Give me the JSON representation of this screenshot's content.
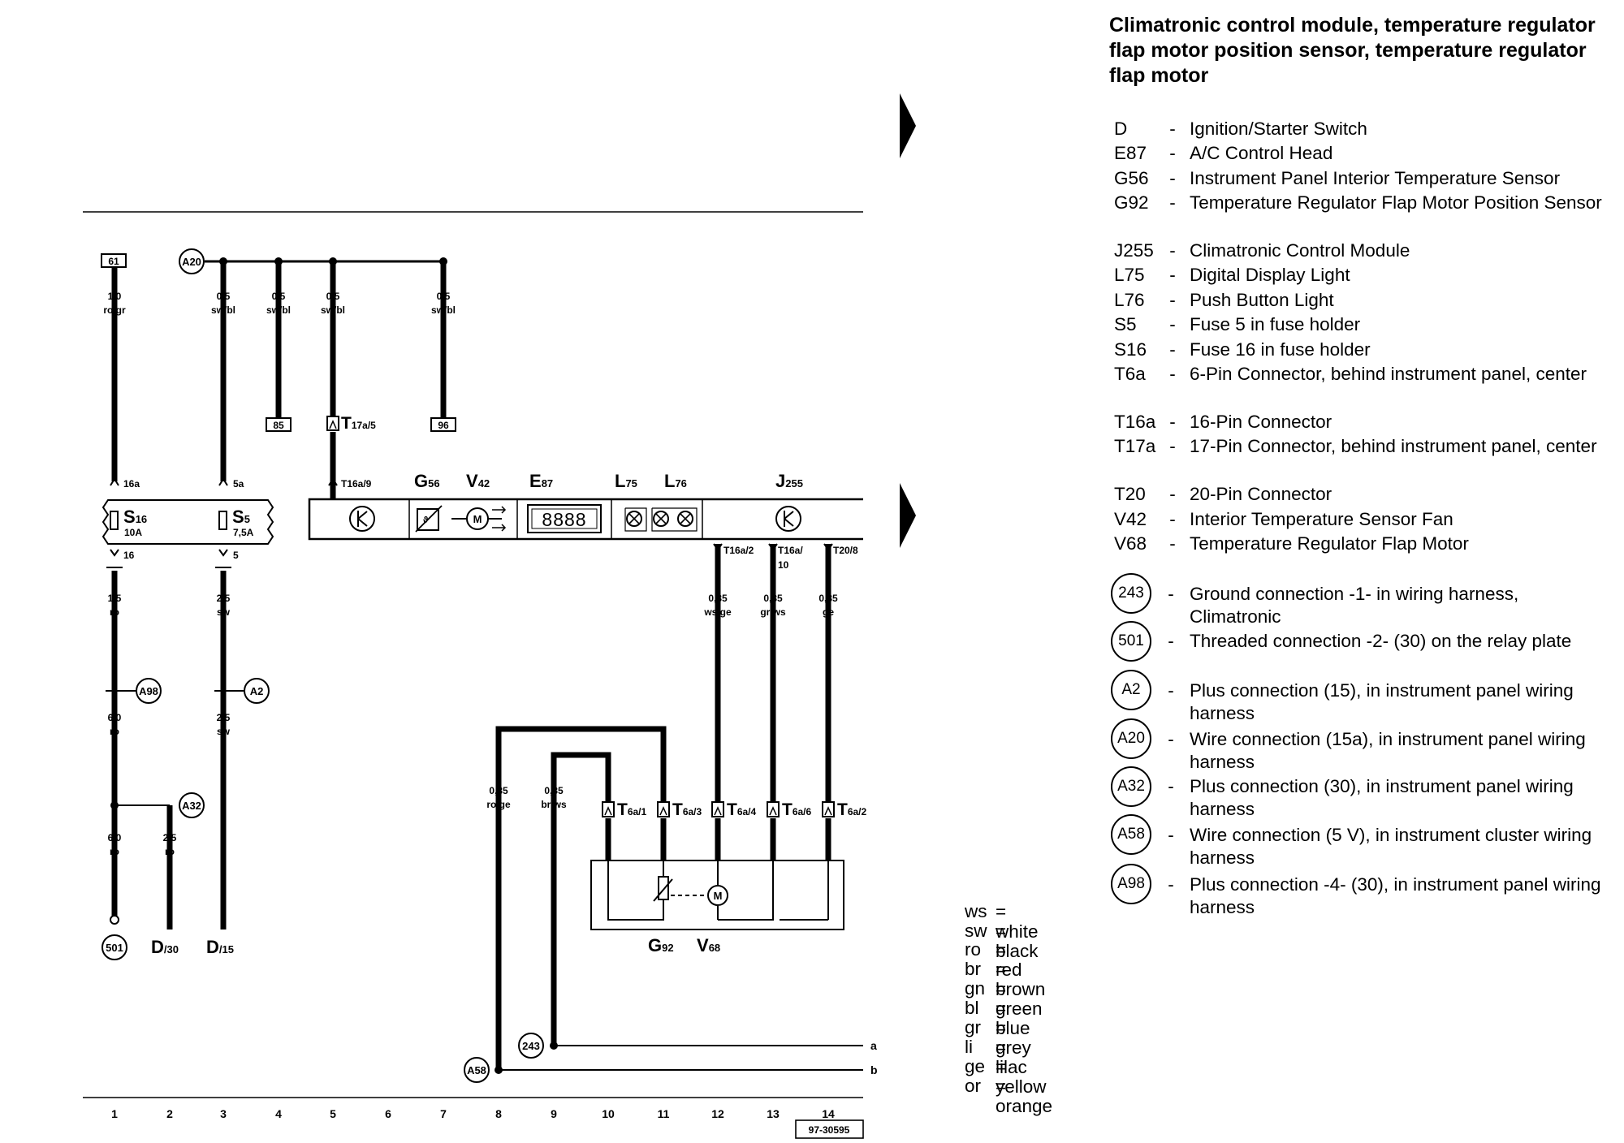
{
  "title": "Climatronic control module, temperature regulator flap motor position sensor, temperature regulator flap motor",
  "legend": [
    {
      "code": "D",
      "desc": "Ignition/Starter Switch"
    },
    {
      "code": "E87",
      "desc": "A/C Control Head"
    },
    {
      "code": "G56",
      "desc": "Instrument Panel Interior Temperature Sensor"
    },
    {
      "code": "G92",
      "desc": "Temperature Regulator Flap Motor Position Sensor"
    },
    {
      "code": "J255",
      "desc": "Climatronic Control Module"
    },
    {
      "code": "L75",
      "desc": "Digital Display Light"
    },
    {
      "code": "L76",
      "desc": "Push Button Light"
    },
    {
      "code": "S5",
      "desc": "Fuse 5 in fuse holder"
    },
    {
      "code": "S16",
      "desc": "Fuse 16 in fuse holder"
    },
    {
      "code": "T6a",
      "desc": "6-Pin Connector, behind instrument panel, center"
    },
    {
      "code": "T16a",
      "desc": "16-Pin Connector"
    },
    {
      "code": "T17a",
      "desc": "17-Pin Connector, behind instrument panel, center"
    },
    {
      "code": "T20",
      "desc": "20-Pin Connector"
    },
    {
      "code": "V42",
      "desc": "Interior Temperature Sensor Fan"
    },
    {
      "code": "V68",
      "desc": "Temperature Regulator Flap Motor"
    }
  ],
  "connections": [
    {
      "code": "243",
      "desc": "Ground connection -1- in wiring harness, Climatronic"
    },
    {
      "code": "501",
      "desc": "Threaded connection -2- (30) on the relay plate"
    },
    {
      "code": "A2",
      "desc": "Plus connection (15), in instrument panel wiring harness"
    },
    {
      "code": "A20",
      "desc": "Wire connection (15a), in instrument panel wiring harness"
    },
    {
      "code": "A32",
      "desc": "Plus connection (30), in instrument panel wiring harness"
    },
    {
      "code": "A58",
      "desc": "Wire connection (5 V), in instrument cluster wiring harness"
    },
    {
      "code": "A98",
      "desc": "Plus connection -4- (30), in instrument panel wiring harness"
    }
  ],
  "color_key": [
    {
      "abbr": "ws",
      "name": "white"
    },
    {
      "abbr": "sw",
      "name": "black"
    },
    {
      "abbr": "ro",
      "name": "red"
    },
    {
      "abbr": "br",
      "name": "brown"
    },
    {
      "abbr": "gn",
      "name": "green"
    },
    {
      "abbr": "bl",
      "name": "blue"
    },
    {
      "abbr": "gr",
      "name": "grey"
    },
    {
      "abbr": "li",
      "name": "lilac"
    },
    {
      "abbr": "ge",
      "name": "yellow"
    },
    {
      "abbr": "or",
      "name": "orange"
    }
  ],
  "diagram": {
    "drawing_number": "97-30595",
    "track_numbers": [
      "1",
      "2",
      "3",
      "4",
      "5",
      "6",
      "7",
      "8",
      "9",
      "10",
      "11",
      "12",
      "13",
      "14"
    ],
    "terminals": {
      "t61": "61",
      "t85": "85",
      "t96": "96"
    },
    "nodes": {
      "A20": "A20",
      "A98": "A98",
      "A2": "A2",
      "A32": "A32",
      "501": "501",
      "243": "243",
      "A58": "A58"
    },
    "fuses": {
      "s16": {
        "name": "S",
        "sub": "16",
        "rating": "10A",
        "in_pin": "16a",
        "out_pin": "16"
      },
      "s5": {
        "name": "S",
        "sub": "5",
        "rating": "7,5A",
        "in_pin": "5a",
        "out_pin": "5"
      }
    },
    "ends": {
      "d30": {
        "main": "D",
        "sub": "/30"
      },
      "d15": {
        "main": "D",
        "sub": "/15"
      }
    },
    "components": [
      {
        "main": "G",
        "sub": "56"
      },
      {
        "main": "V",
        "sub": "42"
      },
      {
        "main": "E",
        "sub": "87"
      },
      {
        "main": "L",
        "sub": "75"
      },
      {
        "main": "L",
        "sub": "76"
      },
      {
        "main": "J",
        "sub": "255"
      },
      {
        "main": "G",
        "sub": "92"
      },
      {
        "main": "V",
        "sub": "68"
      }
    ],
    "display_digits": "8888",
    "wires": {
      "w1_top": [
        "1,0",
        "ro/gr"
      ],
      "w1_mid": [
        "1,5",
        "ro"
      ],
      "w1_low": [
        "6,0",
        "ro"
      ],
      "w1_bot": [
        "6,0",
        "ro"
      ],
      "w2": [
        "2,5",
        "ro"
      ],
      "w3_top": [
        "0,5",
        "sw/bl"
      ],
      "w3_mid": [
        "2,5",
        "sw"
      ],
      "w3_low": [
        "2,5",
        "sw"
      ],
      "w4": [
        "0,5",
        "sw/bl"
      ],
      "w5": [
        "0,5",
        "sw/bl"
      ],
      "w8": [
        "0,5",
        "sw/bl"
      ],
      "w12": [
        "0,35",
        "ws/ge"
      ],
      "w13": [
        "0,35",
        "gr/ws"
      ],
      "w14": [
        "0,35",
        "ge"
      ],
      "wA": [
        "0,35",
        "ro/ge"
      ],
      "wB": [
        "0,35",
        "br/ws"
      ]
    },
    "pins": {
      "t17a5": {
        "main": "T",
        "sub": "17a/5"
      },
      "t16a9": "T16a/9",
      "t16a2": "T16a/2",
      "t16a10": [
        "T16a/",
        "10"
      ],
      "t208": "T20/8",
      "t6a1": {
        "main": "T",
        "sub": "6a/1"
      },
      "t6a3": {
        "main": "T",
        "sub": "6a/3"
      },
      "t6a4": {
        "main": "T",
        "sub": "6a/4"
      },
      "t6a6": {
        "main": "T",
        "sub": "6a/6"
      },
      "t6a2": {
        "main": "T",
        "sub": "6a/2"
      }
    },
    "ground_bus": {
      "a": "a",
      "b": "b"
    }
  }
}
